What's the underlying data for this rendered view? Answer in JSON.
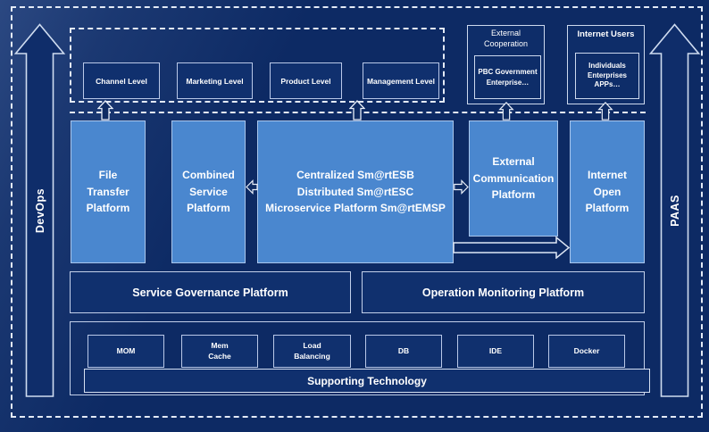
{
  "rails": {
    "left_label": "DevOps",
    "right_label": "PAAS"
  },
  "levels": {
    "items": [
      "Channel Level",
      "Marketing Level",
      "Product Level",
      "Management Level"
    ]
  },
  "external_cooperation": {
    "title_lines": [
      "External",
      "Cooperation"
    ],
    "member_lines": [
      "PBC Government",
      "Enterprise…"
    ]
  },
  "internet_users": {
    "title": "Internet Users",
    "member_lines": [
      "Individuals",
      "Enterprises",
      "APPs…"
    ]
  },
  "platforms": {
    "file_transfer": {
      "lines": [
        "File",
        "Transfer",
        "Platform"
      ]
    },
    "combined_service": {
      "lines": [
        "Combined",
        "Service",
        "Platform"
      ]
    },
    "central_esb": {
      "lines": [
        "Centralized Sm@rtESB",
        "Distributed Sm@rtESC",
        "Microservice Platform Sm@rtEMSP"
      ]
    },
    "external_communication": {
      "lines": [
        "External",
        "Communication",
        "Platform"
      ]
    },
    "internet_open": {
      "lines": [
        "Internet",
        "Open",
        "Platform"
      ]
    }
  },
  "governance": {
    "service_governance": "Service Governance Platform",
    "operation_monitoring": "Operation Monitoring Platform"
  },
  "supporting": {
    "items": [
      {
        "lines": [
          "MOM"
        ]
      },
      {
        "lines": [
          "Mem",
          "Cache"
        ]
      },
      {
        "lines": [
          "Load",
          "Balancing"
        ]
      },
      {
        "lines": [
          "DB"
        ]
      },
      {
        "lines": [
          "IDE"
        ]
      },
      {
        "lines": [
          "Docker"
        ]
      }
    ],
    "bar_label": "Supporting Technology"
  },
  "colors": {
    "background": "#0d2a64",
    "panel_fill": "#10306e",
    "platform_blue": "#4a87cf",
    "border_light": "#c3d0ea",
    "dashed_line": "#e3eaf6",
    "text": "#ffffff"
  }
}
